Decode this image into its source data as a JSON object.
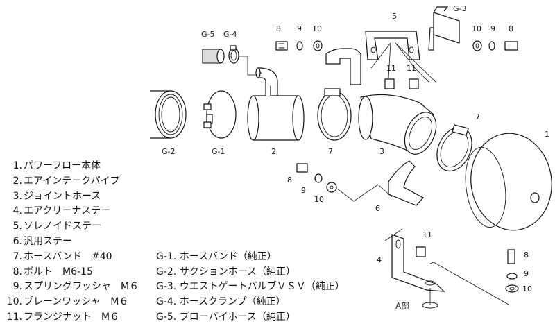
{
  "diagram": {
    "labels": {
      "g5": "G-5",
      "g4": "G-4",
      "g3": "G-3",
      "g2": "G-2",
      "g1": "G-1",
      "p1": "1",
      "p2": "2",
      "p3": "3",
      "p4": "4",
      "p5": "5",
      "p6": "6",
      "p7a": "7",
      "p7b": "7",
      "p8a": "8",
      "p8b": "8",
      "p8c": "8",
      "p8d": "8",
      "p9a": "9",
      "p9b": "9",
      "p9c": "9",
      "p9d": "9",
      "p10a": "10",
      "p10b": "10",
      "p10c": "10",
      "p10d": "10",
      "p11a": "11",
      "p11b": "11",
      "p11c": "11",
      "detail_a": "A部"
    }
  },
  "legend": {
    "left": [
      {
        "num": "1.",
        "text": "パワーフロー本体"
      },
      {
        "num": "2.",
        "text": "エアインテークパイプ"
      },
      {
        "num": "3.",
        "text": "ジョイントホース"
      },
      {
        "num": "4.",
        "text": "エアクリーナステー"
      },
      {
        "num": "5.",
        "text": "ソレノイドステー"
      },
      {
        "num": "6.",
        "text": "汎用ステー"
      },
      {
        "num": "7.",
        "text": "ホースバンド　#40"
      },
      {
        "num": "8.",
        "text": "ボルト　M6-15"
      },
      {
        "num": "9.",
        "text": "スプリングワッシャ　M６"
      },
      {
        "num": "10.",
        "text": "プレーンワッシャ　M６"
      },
      {
        "num": "11.",
        "text": "フランジナット　M６"
      }
    ],
    "right": [
      {
        "row": 6,
        "text": "G-1. ホースバンド（純正）"
      },
      {
        "row": 7,
        "text": "G-2. サクションホース（純正）"
      },
      {
        "row": 8,
        "text": "G-3. ウエストゲートバルブＶＳＶ（純正）"
      },
      {
        "row": 9,
        "text": "G-4. ホースクランプ（純正）"
      },
      {
        "row": 10,
        "text": "G-5. ブローバイホース（純正）"
      }
    ]
  }
}
